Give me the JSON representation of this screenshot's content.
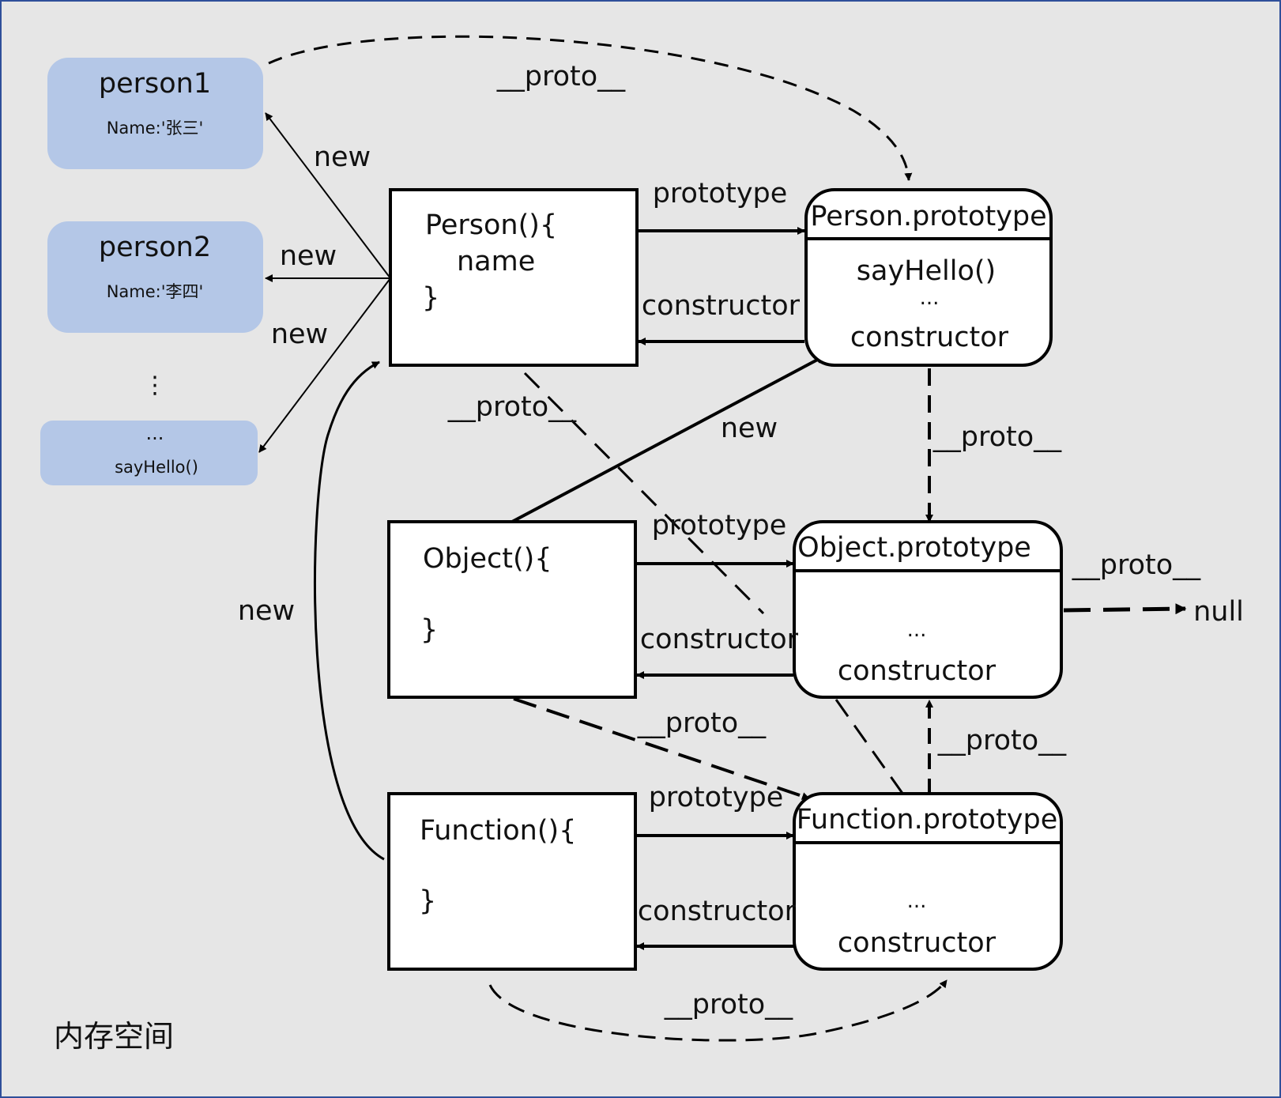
{
  "colors": {
    "background": "#e6e6e6",
    "border": "#2f4f9a",
    "instance_fill": "#b4c7e7",
    "box_fill": "#ffffff",
    "stroke": "#000000"
  },
  "instances": {
    "person1": {
      "title": "person1",
      "field": "Name:'张三'"
    },
    "person2": {
      "title": "person2",
      "field": "Name:'李四'"
    },
    "vertical_dots": "⋮",
    "other": {
      "title": "...",
      "field": "sayHello()"
    }
  },
  "constructors": {
    "person": {
      "lines": [
        "Person(){",
        "name",
        "}"
      ]
    },
    "object": {
      "lines": [
        "Object(){",
        "}"
      ]
    },
    "function": {
      "lines": [
        "Function(){",
        "}"
      ]
    }
  },
  "prototypes": {
    "person": {
      "title": "Person.prototype",
      "lines": [
        "sayHello()",
        "...",
        "constructor"
      ]
    },
    "object": {
      "title": "Object.prototype",
      "lines": [
        "...",
        "constructor"
      ]
    },
    "function": {
      "title": "Function.prototype",
      "lines": [
        "...",
        "constructor"
      ]
    }
  },
  "edge_labels": {
    "proto_top": "__proto__",
    "new_p1": "new",
    "new_p2": "new",
    "new_other": "new",
    "prototype_person": "prototype",
    "constructor_person": "constructor",
    "proto_person_mid": "__proto__",
    "new_object": "new",
    "proto_pp_op": "__proto__",
    "prototype_object": "prototype",
    "constructor_object": "constructor",
    "proto_op_null": "__proto__",
    "null": "null",
    "new_function": "new",
    "proto_object_fp": "__proto__",
    "proto_fp_op": "__proto__",
    "prototype_function": "prototype",
    "constructor_function": "constructor",
    "proto_bottom": "__proto__"
  },
  "footer": {
    "caption": "内存空间"
  }
}
